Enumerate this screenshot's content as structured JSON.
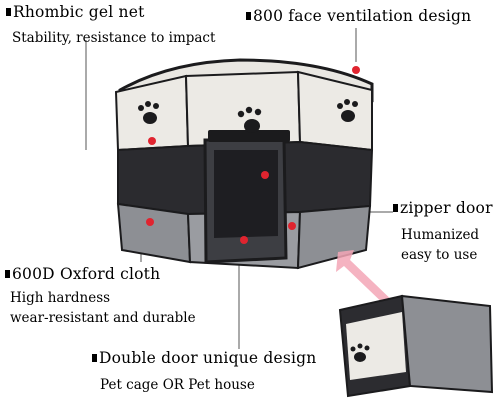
{
  "annotations": {
    "rhombic_title": "Rhombic gel net",
    "rhombic_sub": "Stability, resistance to impact",
    "ventilation_title": "800 face ventilation design",
    "zipper_title": "zipper door",
    "zipper_sub_1": "Humanized",
    "zipper_sub_2": "easy to use",
    "oxford_title": "600D Oxford cloth",
    "oxford_sub_1": "High hardness",
    "oxford_sub_2": "wear-resistant and durable",
    "door_title": "Double door unique design",
    "door_sub": "Pet cage OR Pet house"
  },
  "colors": {
    "mesh": "#2b2b2f",
    "panel_gray": "#8d8f94",
    "panel_light": "#ecebe7",
    "trim": "#1b1b1d",
    "marker_red": "#e0242f",
    "arrow_pink": "#f3a6b6"
  },
  "icons": [
    "paw-print-icon",
    "red-dot-marker",
    "pointer-arrow"
  ]
}
